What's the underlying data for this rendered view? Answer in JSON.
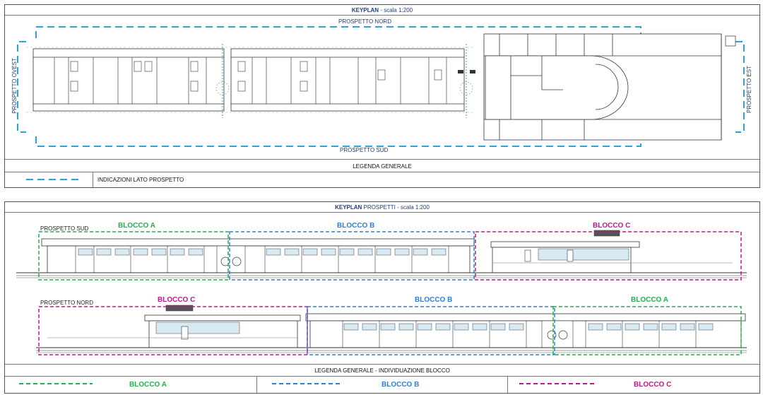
{
  "keyplan": {
    "title_bold": "KEYPLAN",
    "title_rest": " - scala 1:200",
    "labels": {
      "north": "PROSPETTO NORD",
      "south": "PROSPETTO SUD",
      "west": "PROSPETTO OVEST",
      "east": "PROSPETTO EST"
    },
    "legend_title": "LEGENDA GENERALE",
    "legend_item": "INDICAZIONI LATO PROSPETTO"
  },
  "prospetti": {
    "title_bold": "KEYPLAN",
    "title_rest_a": " PROSPETTI",
    "title_rest_b": " - scala 1:200",
    "south_label": "PROSPETTO SUD",
    "north_label": "PROSPETTO NORD",
    "blocks_south": [
      "BLOCCO A",
      "BLOCCO B",
      "BLOCCO C"
    ],
    "blocks_north": [
      "BLOCCO C",
      "BLOCCO B",
      "BLOCCO A"
    ],
    "legend_title": "LEGENDA GENERALE - INDIVIDUAZIONE BLOCCO",
    "legend": [
      "BLOCCO A",
      "BLOCCO B",
      "BLOCCO C"
    ]
  },
  "colors": {
    "dash_blue": "#2aa3d8",
    "blocco_a": "#22b14c",
    "blocco_b": "#2e7fd8",
    "blocco_c": "#c0168c"
  }
}
